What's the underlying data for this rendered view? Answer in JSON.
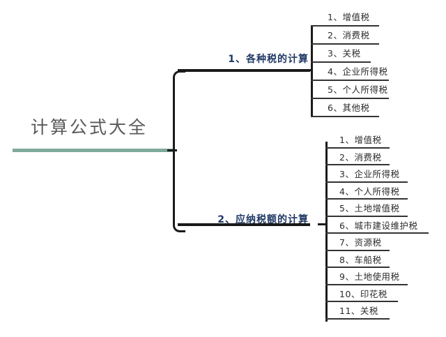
{
  "diagram": {
    "type": "mindmap",
    "root": {
      "title": "计算公式大全",
      "accent_color": "#7fa99b"
    },
    "branch_color": "#1f3864",
    "leaf_color": "#2b2b2b",
    "line_color": "#1a1a1a",
    "branches": [
      {
        "label": "1、各种税的计算",
        "leaves": [
          "1、增值税",
          "2、消费税",
          "3、关税",
          "4、企业所得税",
          "5、个人所得税",
          "6、其他税"
        ]
      },
      {
        "label": "2、应纳税额的计算",
        "leaves": [
          "1、增值税",
          "2、消费税",
          "3、企业所得税",
          "4、个人所得税",
          "5、土地增值税",
          "6、城市建设维护税",
          "7、资源税",
          "8、车船税",
          "9、土地使用税",
          "10、印花税",
          "11、关税"
        ]
      }
    ]
  }
}
